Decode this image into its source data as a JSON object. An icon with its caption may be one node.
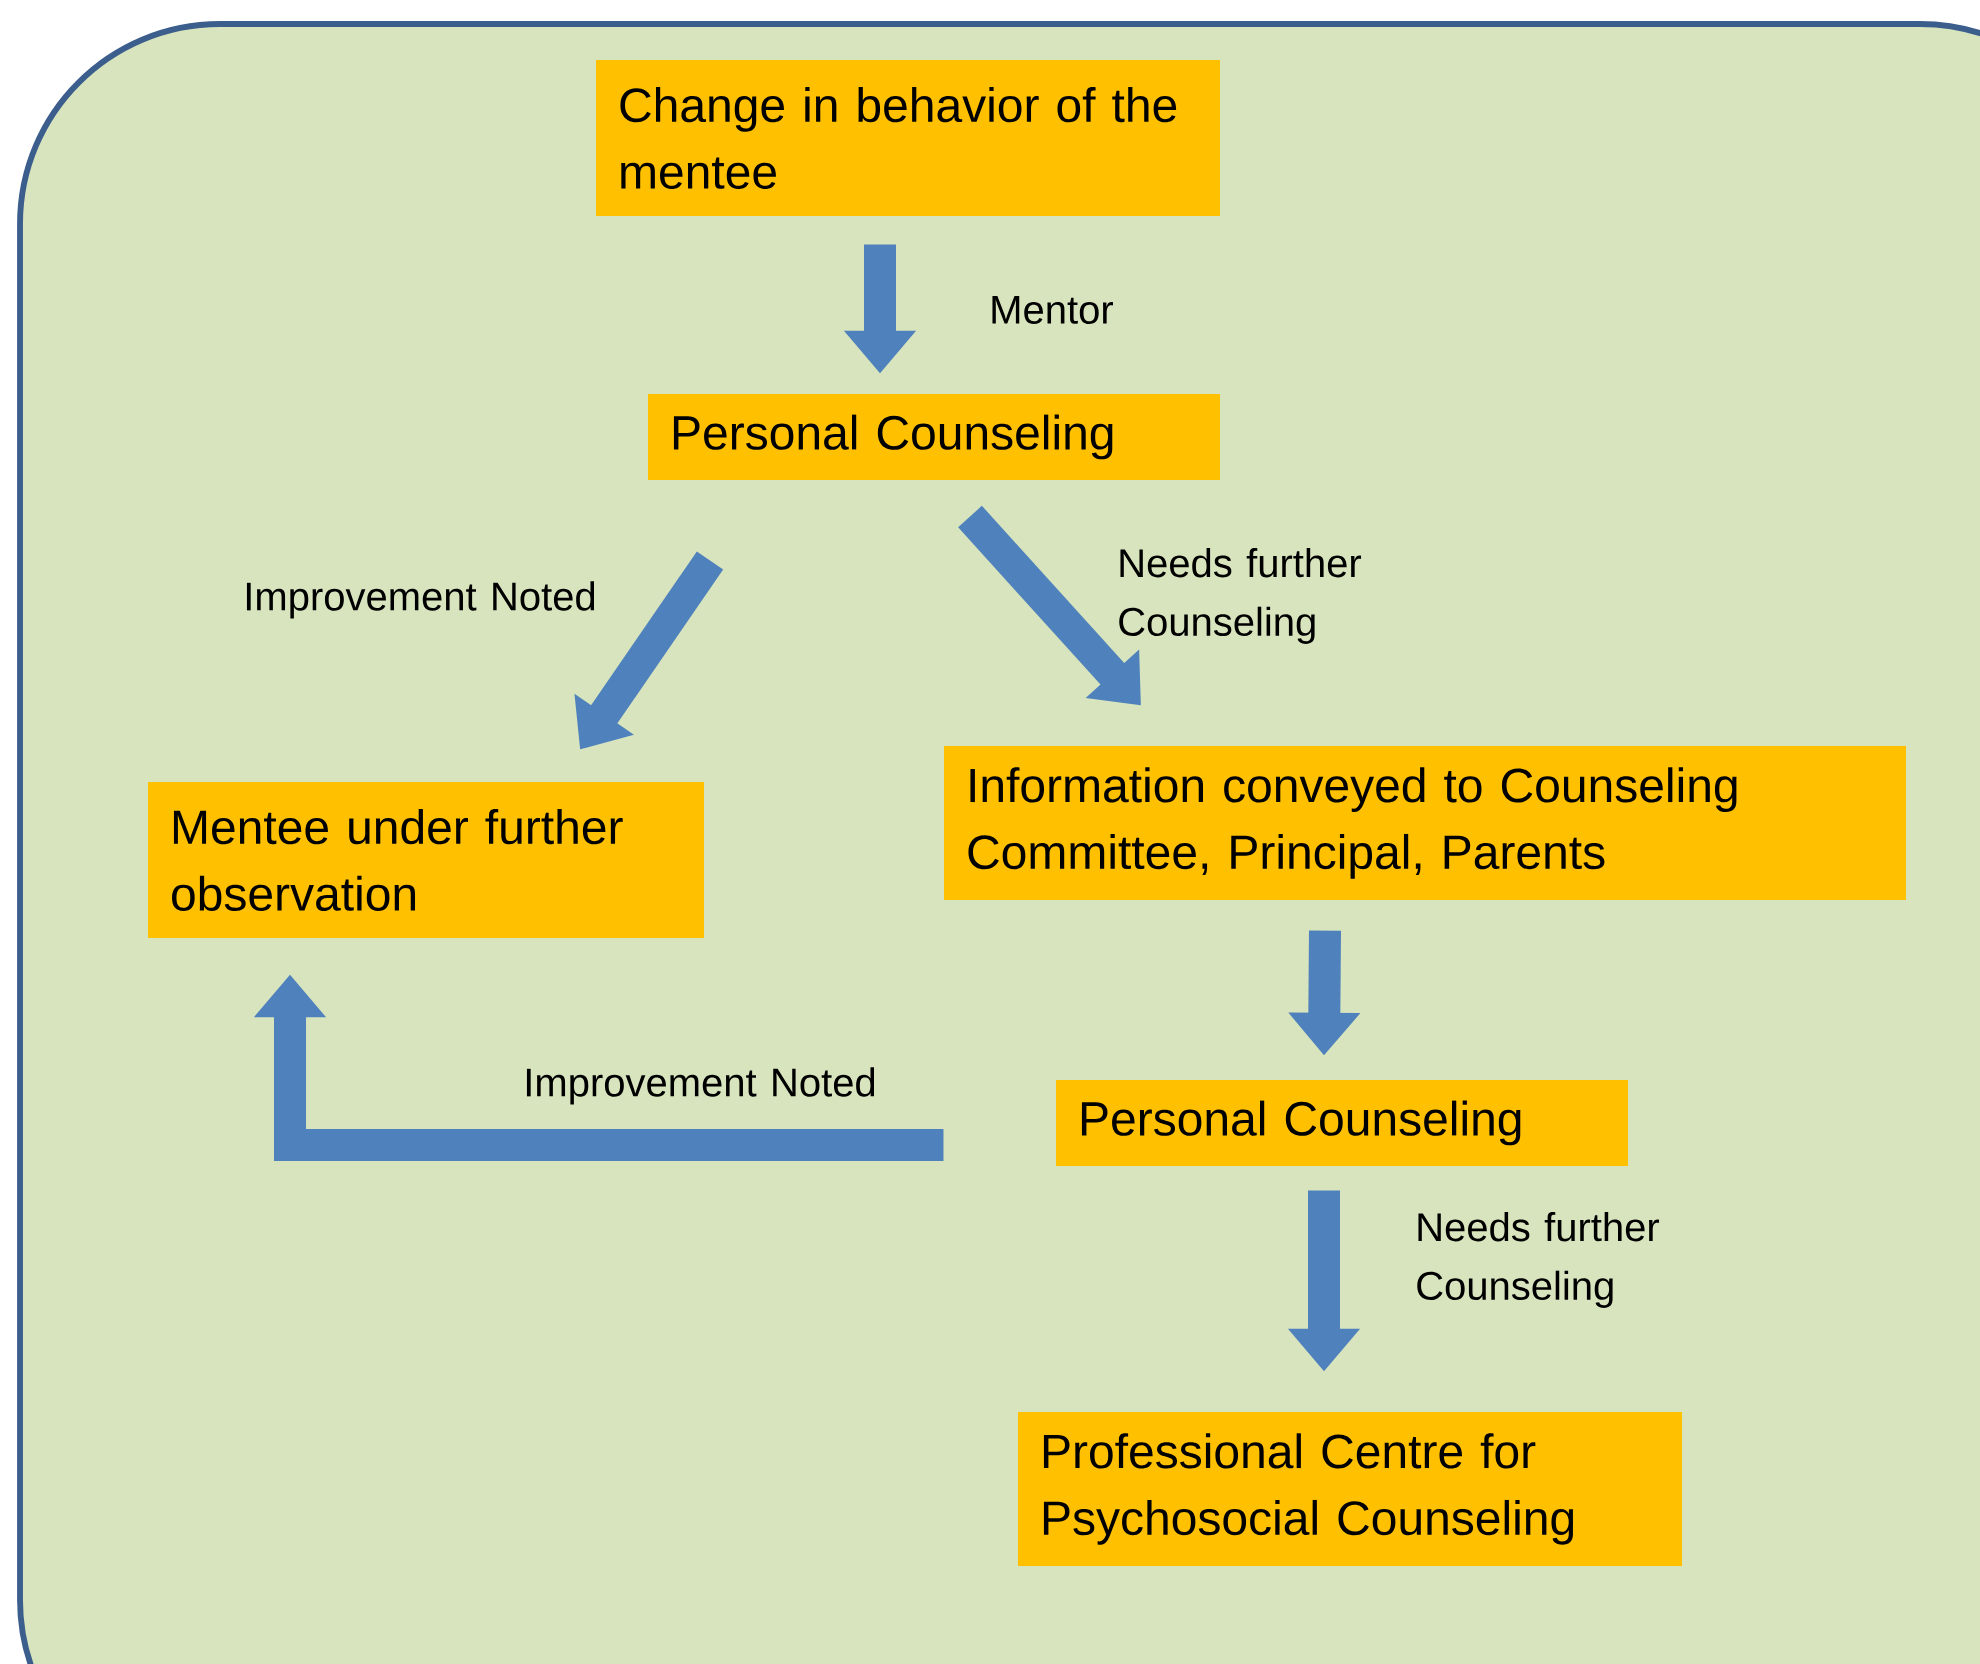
{
  "diagram": {
    "nodes": [
      {
        "text": [
          "Change in behavior of the mentee"
        ]
      },
      {
        "text": [
          "Personal Counseling"
        ]
      },
      {
        "text": [
          "Mentee under further observation"
        ]
      },
      {
        "text": [
          "Information conveyed to Counseling Committee, Principal, Parents"
        ]
      },
      {
        "text": [
          "Personal Counseling"
        ]
      },
      {
        "text": [
          "Professional Centre for Psychosocial Counseling"
        ]
      }
    ],
    "edges": [
      {
        "from": 0,
        "to": 1,
        "arrow": "to",
        "label": "Mentor"
      },
      {
        "from": 1,
        "to": 2,
        "arrow": "to",
        "label": "Improvement Noted"
      },
      {
        "from": 1,
        "to": 3,
        "arrow": "to",
        "label": "Needs further Counseling"
      },
      {
        "from": 3,
        "to": 4,
        "arrow": "to"
      },
      {
        "from": 4,
        "to": 2,
        "arrow": "to",
        "label": "Improvement Noted"
      },
      {
        "from": 4,
        "to": 5,
        "arrow": "to",
        "label": "Needs further Counseling"
      }
    ]
  }
}
